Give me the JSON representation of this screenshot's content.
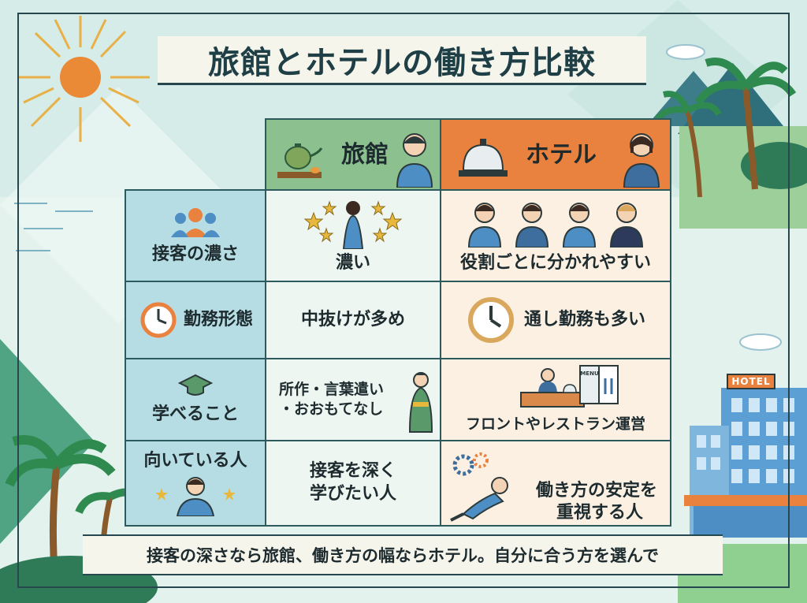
{
  "title": "旅館とホテルの働き方比較",
  "columns": {
    "ryokan": "旅館",
    "hotel": "ホテル"
  },
  "rows": [
    {
      "label": "接客の濃さ",
      "ryokan": "濃い",
      "hotel": "役割ごとに分かれやすい"
    },
    {
      "label": "勤務形態",
      "ryokan": "中抜けが多め",
      "hotel": "通し勤務も多い"
    },
    {
      "label": "学べること",
      "ryokan_line1": "所作・言葉遣い",
      "ryokan_line2": "・おおもてなし",
      "hotel": "フロントやレストラン運営"
    },
    {
      "label": "向いている人",
      "ryokan_line1": "接客を深く",
      "ryokan_line2": "学びたい人",
      "hotel_line1": "働き方の安定を",
      "hotel_line2": "重視する人"
    }
  ],
  "footer": "接客の深さなら旅館、働き方の幅ならホテル。自分に合う方を選んで",
  "scene_signs": {
    "hotel_building": "HOTEL",
    "menu": "MENU"
  },
  "colors": {
    "ryokan_header": "#8dc08f",
    "hotel_header": "#e9823e",
    "row_header": "#b7dde4",
    "border": "#2d5a5c",
    "title_text": "#1f3f46"
  },
  "icons": [
    "sun-icon",
    "mountain-icon",
    "palm-tree-icon",
    "teapot-icon",
    "staff-avatar-icon",
    "service-bell-icon",
    "group-icon",
    "bowing-staff-icon",
    "star-icon",
    "clock-icon",
    "graduation-cap-icon",
    "kimono-staff-icon",
    "front-desk-icon",
    "menu-icon",
    "gears-icon",
    "relaxing-person-icon",
    "hotel-building-icon"
  ]
}
